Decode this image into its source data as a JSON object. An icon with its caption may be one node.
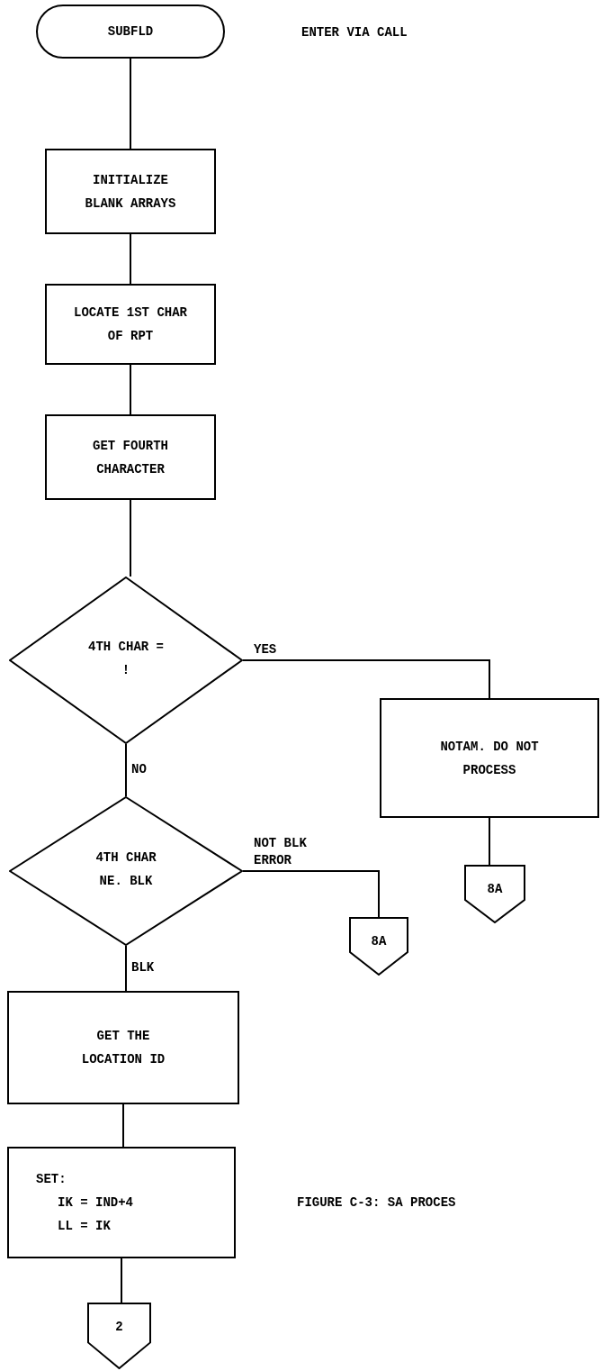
{
  "diagram": {
    "caption": "FIGURE C-3: SA PROCES",
    "nodes": [
      {
        "text": [
          "SUBFLD"
        ]
      },
      {
        "text": [
          "INITIALIZE BLANK ARRAYS"
        ]
      },
      {
        "text": [
          "LOCATE 1ST CHAR OF RPT"
        ]
      },
      {
        "text": [
          "GET FOURTH CHARACTER"
        ]
      },
      {
        "text": [
          "4TH CHAR = !"
        ]
      },
      {
        "text": [
          "NOTAM. DO NOT PROCESS"
        ]
      },
      {
        "text": [
          "4TH CHAR NE. BLK"
        ]
      },
      {
        "text": [
          "8A"
        ]
      },
      {
        "text": [
          "8A"
        ]
      },
      {
        "text": [
          "GET THE LOCATION ID"
        ]
      },
      {
        "text": [
          "SET:",
          "IK = IND+4",
          "LL = IK"
        ]
      },
      {
        "text": [
          "2"
        ]
      }
    ],
    "edges": [
      {
        "from": 0,
        "to": 1,
        "arrow": "none"
      },
      {
        "from": 1,
        "to": 2,
        "arrow": "none"
      },
      {
        "from": 2,
        "to": 3,
        "arrow": "none"
      },
      {
        "from": 3,
        "to": 4,
        "arrow": "none"
      },
      {
        "from": 4,
        "to": 5,
        "arrow": "none",
        "label": "YES"
      },
      {
        "from": 4,
        "to": 6,
        "arrow": "none",
        "label": "NO"
      },
      {
        "from": 6,
        "to": 8,
        "arrow": "none",
        "label": "NOT BLK ERROR"
      },
      {
        "from": 5,
        "to": 7,
        "arrow": "none"
      },
      {
        "from": 6,
        "to": 9,
        "arrow": "none",
        "label": "BLK"
      },
      {
        "from": 9,
        "to": 10,
        "arrow": "none"
      },
      {
        "from": 10,
        "to": 11,
        "arrow": "none"
      }
    ],
    "labels": [
      "ENTER VIA CALL"
    ]
  }
}
